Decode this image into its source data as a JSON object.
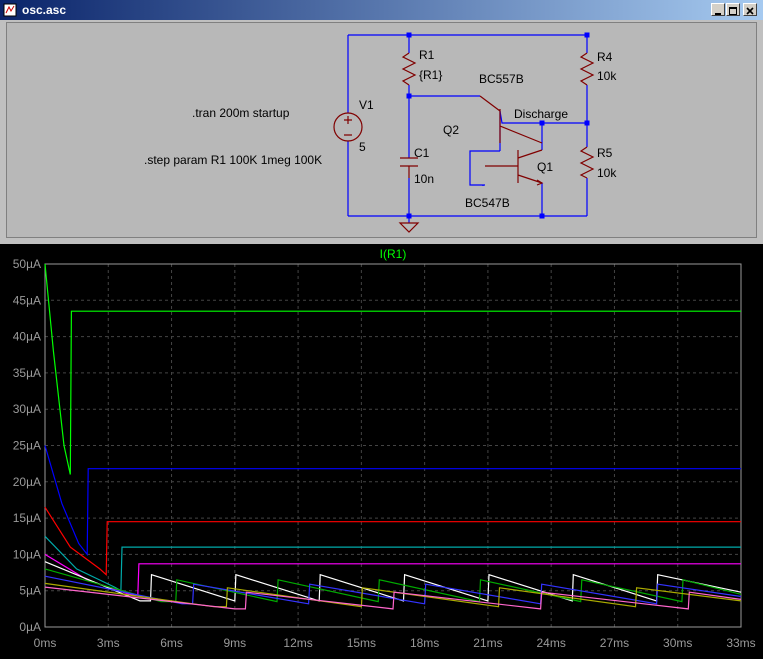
{
  "window": {
    "title": "osc.asc"
  },
  "colors": {
    "title_bar": "#0a246a",
    "wire": "#0000ff",
    "component": "#800000",
    "plot_bg": "#000000",
    "grid": "#444444"
  },
  "icons": {
    "app": "ltspice-app-icon",
    "minimize": "minimize-icon",
    "maximize": "maximize-icon",
    "close": "close-icon"
  },
  "schematic": {
    "directives": [
      ".tran 200m startup",
      ".step param R1 100K 1meg 100K"
    ],
    "components": {
      "v1": {
        "name": "V1",
        "value": "5"
      },
      "r1": {
        "name": "R1",
        "value": "{R1}"
      },
      "r4": {
        "name": "R4",
        "value": "10k"
      },
      "r5": {
        "name": "R5",
        "value": "10k"
      },
      "c1": {
        "name": "C1",
        "value": "10n"
      },
      "q1": {
        "name": "Q1",
        "value": "BC547B"
      },
      "q2": {
        "name": "Q2",
        "value": "BC557B"
      }
    },
    "net_label": "Discharge"
  },
  "chart_data": {
    "type": "line",
    "title": "I(R1)",
    "title_color": "#00ff00",
    "xlabel": "",
    "ylabel": "",
    "xlim": [
      0,
      33
    ],
    "ylim": [
      0,
      50
    ],
    "x_ticks": [
      "0ms",
      "3ms",
      "6ms",
      "9ms",
      "12ms",
      "15ms",
      "18ms",
      "21ms",
      "24ms",
      "27ms",
      "30ms",
      "33ms"
    ],
    "y_ticks": [
      "0µA",
      "5µA",
      "10µA",
      "15µA",
      "20µA",
      "25µA",
      "30µA",
      "35µA",
      "40µA",
      "45µA",
      "50µA"
    ],
    "grid": true,
    "series": [
      {
        "color": "#00ff00",
        "x": [
          0,
          0.4,
          0.9,
          1.2,
          1.25,
          33
        ],
        "y": [
          50,
          38,
          25,
          21,
          43.5,
          43.5
        ]
      },
      {
        "color": "#0000ff",
        "x": [
          0,
          0.8,
          1.6,
          2.0,
          2.05,
          33
        ],
        "y": [
          25,
          17,
          11.5,
          10,
          21.8,
          21.8
        ]
      },
      {
        "color": "#ff0000",
        "x": [
          0,
          1.2,
          2.6,
          2.9,
          2.95,
          33
        ],
        "y": [
          16.5,
          11,
          8,
          7.2,
          14.5,
          14.5
        ]
      },
      {
        "color": "#00aaaa",
        "x": [
          0,
          1.5,
          3.3,
          3.6,
          3.65,
          33
        ],
        "y": [
          12.5,
          8,
          5.5,
          5.0,
          11.0,
          11.0
        ]
      },
      {
        "color": "#ff00ff",
        "x": [
          0,
          2,
          4.0,
          4.4,
          4.45,
          33
        ],
        "y": [
          10,
          6.5,
          4.5,
          4.3,
          8.7,
          8.7
        ]
      },
      {
        "color": "#ffffff",
        "x": [
          0,
          4.5,
          5.0,
          5.05,
          9.0,
          9.05,
          13.0,
          13.05,
          17.0,
          17.05,
          21.0,
          21.05,
          25.0,
          25.05,
          29.0,
          29.05,
          33.0
        ],
        "y": [
          9,
          3.6,
          3.6,
          7.2,
          3.6,
          7.2,
          3.6,
          7.2,
          3.6,
          7.2,
          3.6,
          7.2,
          3.6,
          7.2,
          3.6,
          7.2,
          4.8
        ]
      },
      {
        "color": "#00aa00",
        "x": [
          0,
          5.5,
          6.2,
          6.25,
          11.0,
          11.05,
          15.8,
          15.85,
          20.6,
          20.65,
          25.4,
          25.45,
          30.2,
          30.25,
          33
        ],
        "y": [
          8,
          3.5,
          3.5,
          6.5,
          3.5,
          6.5,
          3.5,
          6.5,
          3.5,
          6.5,
          3.5,
          6.5,
          3.5,
          6.5,
          4.5
        ]
      },
      {
        "color": "#3333ff",
        "x": [
          0,
          6.5,
          7.0,
          7.05,
          12.5,
          12.55,
          18.0,
          18.05,
          23.5,
          23.55,
          29.0,
          29.05,
          33
        ],
        "y": [
          7,
          3.2,
          3.2,
          5.9,
          3.2,
          5.9,
          3.2,
          5.9,
          3.2,
          5.9,
          3.2,
          5.9,
          4.2
        ]
      },
      {
        "color": "#aaaa00",
        "x": [
          0,
          8,
          8.6,
          8.65,
          15.0,
          15.05,
          21.5,
          21.55,
          28.0,
          28.05,
          33
        ],
        "y": [
          6,
          2.8,
          2.8,
          5.4,
          2.8,
          5.4,
          2.8,
          5.4,
          2.8,
          5.4,
          3.6
        ]
      },
      {
        "color": "#ff66cc",
        "x": [
          0,
          9,
          9.5,
          9.55,
          16.5,
          16.55,
          23.5,
          23.55,
          30.5,
          30.55,
          33
        ],
        "y": [
          5.5,
          2.5,
          2.5,
          4.8,
          2.5,
          4.8,
          2.5,
          4.8,
          2.5,
          4.8,
          3.8
        ]
      }
    ]
  }
}
